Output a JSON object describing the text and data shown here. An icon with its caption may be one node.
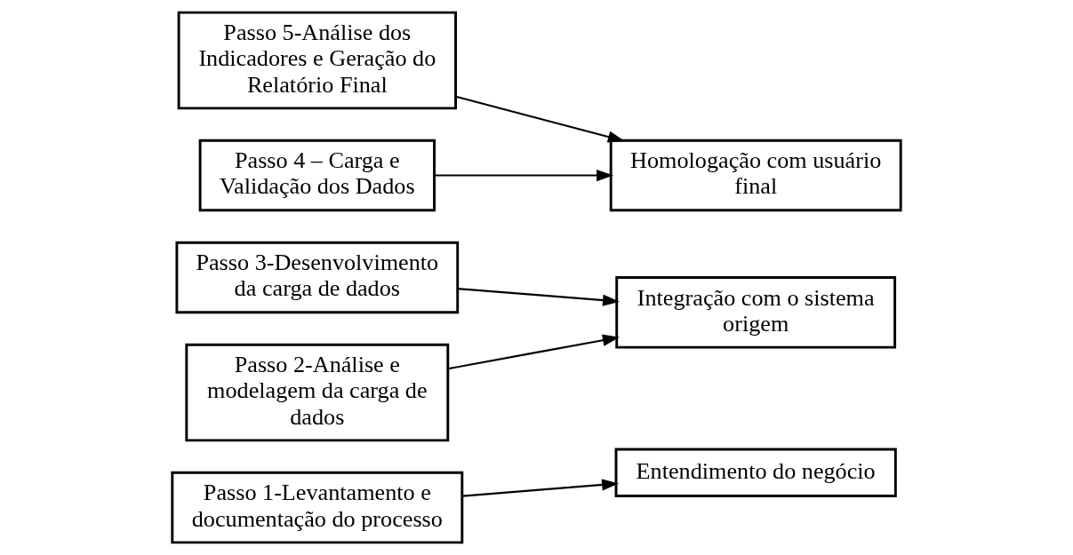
{
  "diagram": {
    "nodes": [
      {
        "text": [
          "Passo 5-Análise dos Indicadores e Geração do Relatório Final"
        ]
      },
      {
        "text": [
          "Homologação com usuário final"
        ]
      },
      {
        "text": [
          "Passo 4 – Carga e Validação dos Dados"
        ]
      },
      {
        "text": [
          "Passo 3-Desenvolvimento da carga de dados"
        ]
      },
      {
        "text": [
          "Integração com o sistema origem"
        ]
      },
      {
        "text": [
          "Passo 2-Análise e modelagem da carga de dados"
        ]
      },
      {
        "text": [
          "Passo 1-Levantamento e documentação do processo"
        ]
      },
      {
        "text": [
          "Entendimento do negócio"
        ]
      }
    ],
    "edges": [
      {
        "from": 0,
        "to": 1,
        "arrow": "to"
      },
      {
        "from": 2,
        "to": 1,
        "arrow": "to"
      },
      {
        "from": 3,
        "to": 4,
        "arrow": "to"
      },
      {
        "from": 5,
        "to": 4,
        "arrow": "to"
      },
      {
        "from": 6,
        "to": 7,
        "arrow": "to"
      }
    ]
  }
}
